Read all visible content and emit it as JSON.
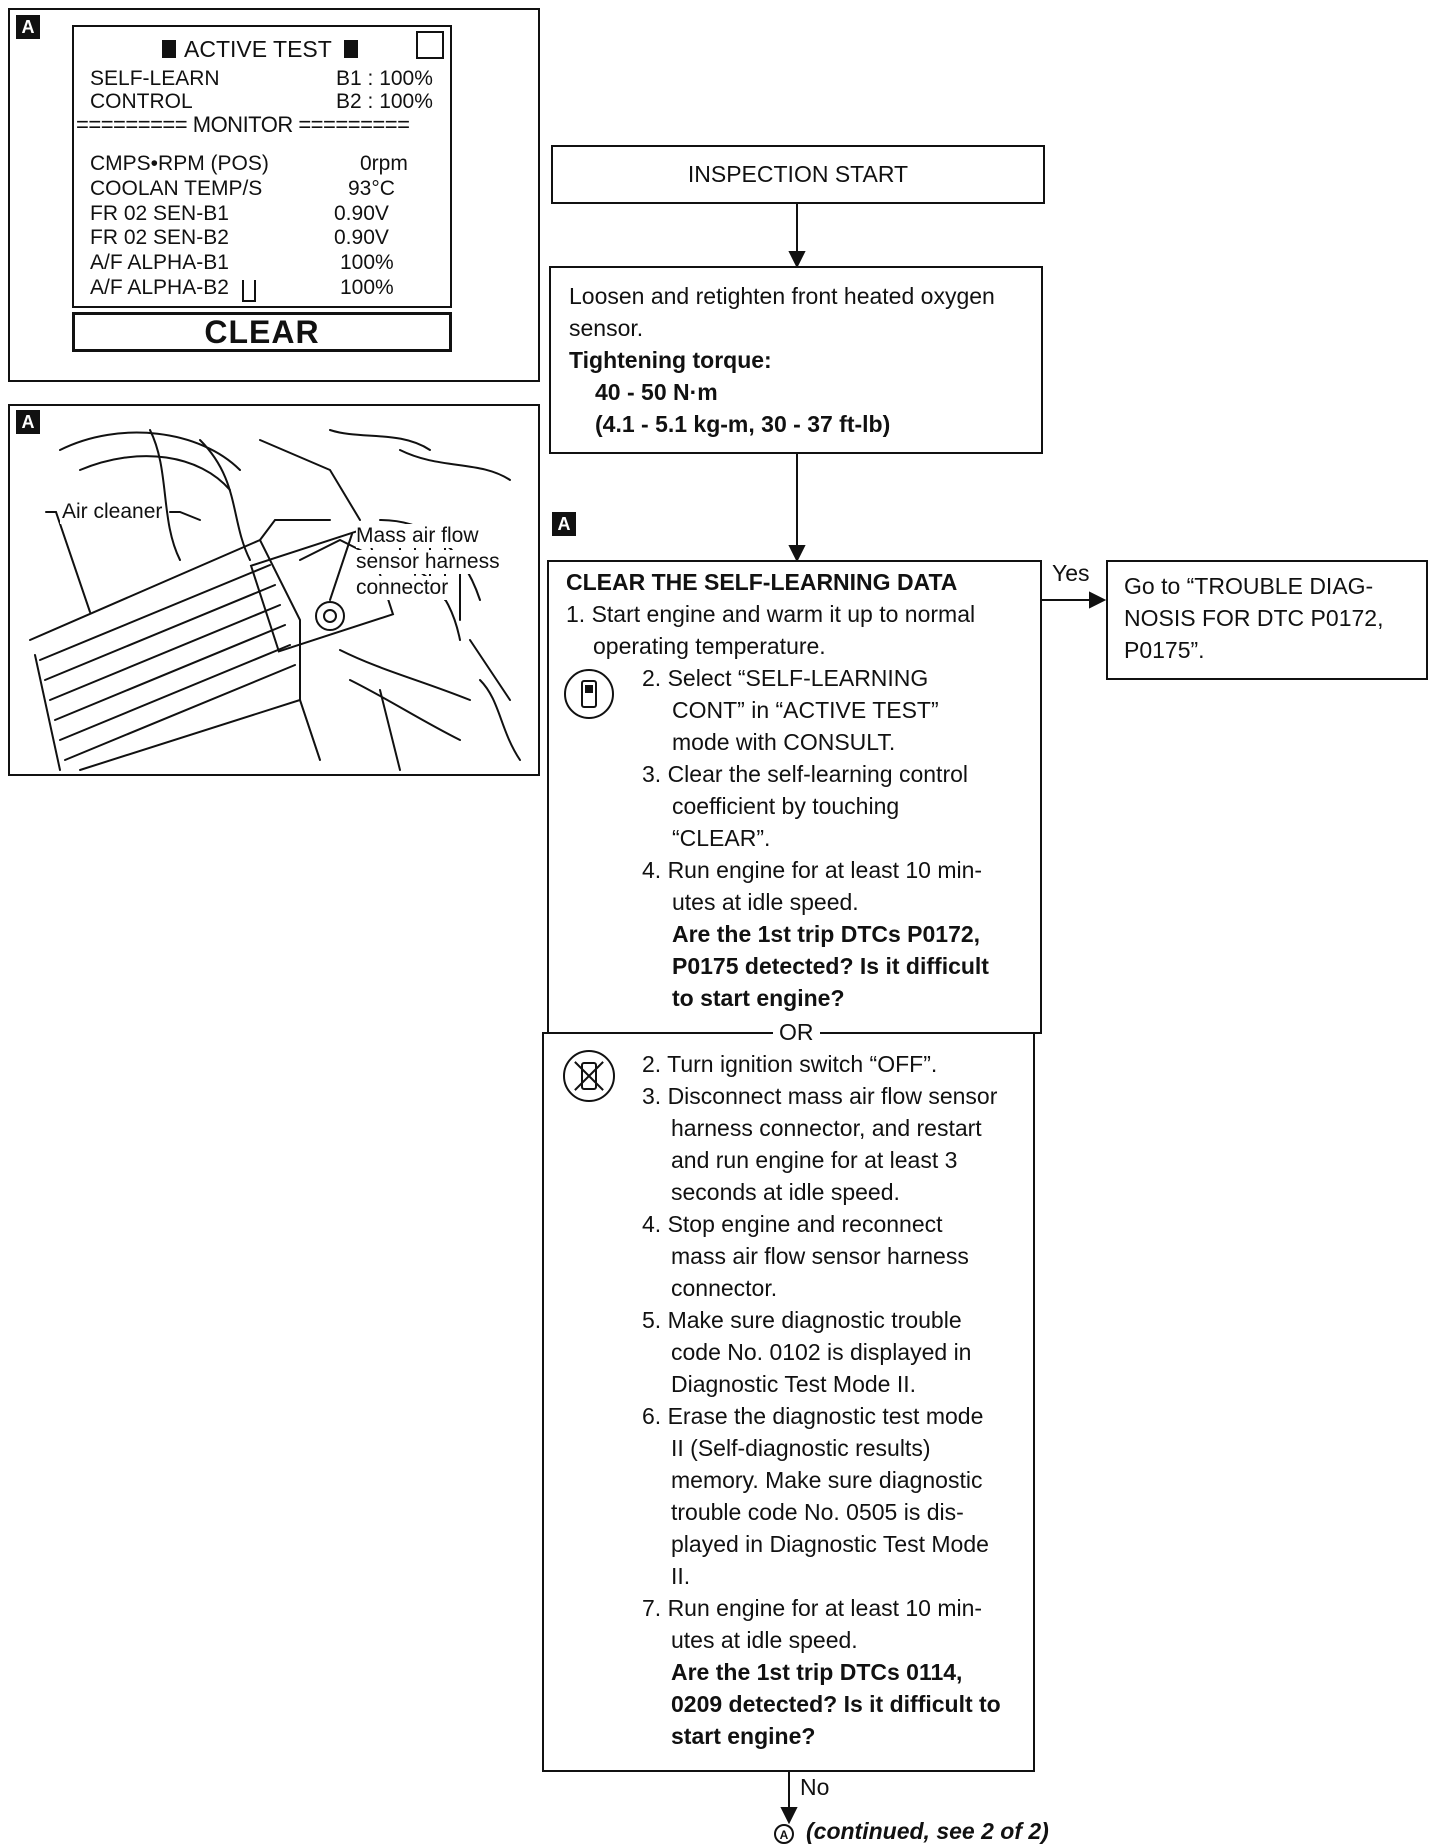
{
  "panel_tag": "A",
  "consult": {
    "title": "ACTIVE TEST",
    "row1_label": "SELF-LEARN",
    "row1_value": "B1 : 100%",
    "row2_label": "CONTROL",
    "row2_value": "B2 : 100%",
    "monitor_label": "========= MONITOR =========",
    "items": [
      {
        "label": "CMPS•RPM (POS)",
        "value": "0rpm"
      },
      {
        "label": "COOLAN TEMP/S",
        "value": "93°C"
      },
      {
        "label": "FR 02 SEN-B1",
        "value": "0.90V"
      },
      {
        "label": "FR 02 SEN-B2",
        "value": "0.90V"
      },
      {
        "label": "A/F ALPHA-B1",
        "value": "100%"
      },
      {
        "label": "A/F ALPHA-B2",
        "value": "100%"
      }
    ],
    "clear_label": "CLEAR"
  },
  "engine_figure": {
    "air_cleaner_label": "Air cleaner",
    "maf_label_1": "Mass air flow",
    "maf_label_2": "sensor harness",
    "maf_label_3": "connector"
  },
  "flow": {
    "start": "INSPECTION START",
    "step1_line1": "Loosen and retighten front heated oxygen",
    "step1_line2": "sensor.",
    "step1_line3": "Tightening torque:",
    "step1_line4": "40 - 50 N·m",
    "step1_line5": "(4.1 - 5.1 kg-m, 30 - 37 ft-lb)",
    "clear_title": "CLEAR THE SELF-LEARNING DATA",
    "s1_a": "1. Start engine and warm it up to normal",
    "s1_b": "operating temperature.",
    "s2_a": "2. Select “SELF-LEARNING",
    "s2_b": "CONT” in “ACTIVE TEST”",
    "s2_c": "mode with CONSULT.",
    "s3_a": "3. Clear the self-learning control",
    "s3_b": "coefficient by touching",
    "s3_c": "“CLEAR”.",
    "s4_a": "4. Run engine for at least 10 min-",
    "s4_b": "utes at idle speed.",
    "q1_a": "Are the 1st trip DTCs P0172,",
    "q1_b": "P0175 detected? Is it difficult",
    "q1_c": "to start engine?",
    "or_label": "OR",
    "b2": "2. Turn ignition switch “OFF”.",
    "b3_a": "3. Disconnect mass air flow sensor",
    "b3_b": "harness connector, and restart",
    "b3_c": "and run engine for at least 3",
    "b3_d": "seconds at idle speed.",
    "b4_a": "4. Stop engine and reconnect",
    "b4_b": "mass air flow sensor harness",
    "b4_c": "connector.",
    "b5_a": "5. Make sure diagnostic trouble",
    "b5_b": "code No. 0102 is displayed in",
    "b5_c": "Diagnostic Test Mode II.",
    "b6_a": "6. Erase the diagnostic test mode",
    "b6_b": "II (Self-diagnostic results)",
    "b6_c": "memory. Make sure diagnostic",
    "b6_d": "trouble code No. 0505 is dis-",
    "b6_e": "played in Diagnostic Test Mode",
    "b6_f": "II.",
    "b7_a": "7. Run engine for at least 10 min-",
    "b7_b": "utes at idle speed.",
    "q2_a": "Are the 1st trip DTCs 0114,",
    "q2_b": "0209 detected? Is it difficult to",
    "q2_c": "start engine?",
    "yes_label": "Yes",
    "no_label": "No",
    "yes_target_1": "Go to “TROUBLE DIAG-",
    "yes_target_2": "NOSIS FOR DTC P0172,",
    "yes_target_3": "P0175”.",
    "continued_marker": "A",
    "continued": "(continued, see 2 of 2)"
  }
}
